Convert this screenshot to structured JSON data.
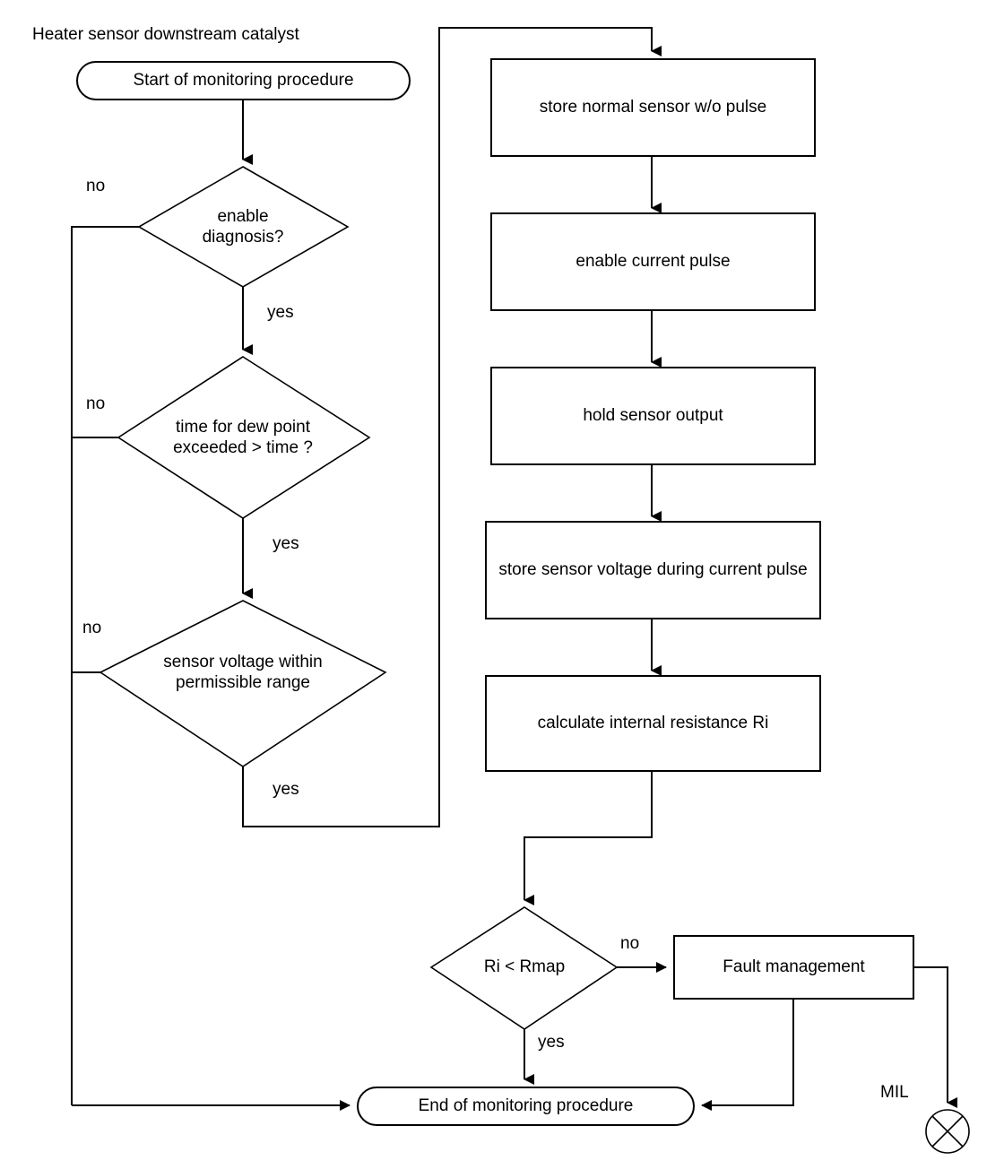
{
  "diagram": {
    "title": "Heater sensor downstream catalyst",
    "type": "flowchart",
    "stroke_color": "#000000",
    "background_color": "#ffffff"
  },
  "nodes": {
    "start": {
      "label": "Start of monitoring procedure",
      "shape": "terminator"
    },
    "end": {
      "label": "End of monitoring procedure",
      "shape": "terminator"
    },
    "decision_enable_diagnosis": {
      "label": "enable\ndiagnosis?",
      "line1": "enable",
      "line2": "diagnosis?",
      "shape": "decision"
    },
    "decision_dew_point": {
      "label": "time for dew point exceeded > time ?",
      "line1": "time for dew point",
      "line2": "exceeded > time ?",
      "shape": "decision"
    },
    "decision_sensor_voltage": {
      "label": "sensor voltage within permissible range",
      "line1": "sensor voltage within",
      "line2": "permissible range",
      "shape": "decision"
    },
    "decision_ri_rmap": {
      "label": "Ri < Rmap",
      "shape": "decision"
    },
    "process_store_normal": {
      "label": "store normal sensor w/o pulse",
      "shape": "process"
    },
    "process_enable_pulse": {
      "label": "enable current pulse",
      "shape": "process"
    },
    "process_hold_output": {
      "label": "hold sensor output",
      "shape": "process"
    },
    "process_store_voltage": {
      "label": "store sensor voltage during current pulse",
      "shape": "process"
    },
    "process_calculate_ri": {
      "label": "calculate internal resistance Ri",
      "shape": "process"
    },
    "process_fault_management": {
      "label": "Fault management",
      "shape": "process"
    },
    "mil_lamp": {
      "label": "MIL",
      "shape": "lamp-circle-cross"
    }
  },
  "edge_labels": {
    "enable_diagnosis_no": "no",
    "enable_diagnosis_yes": "yes",
    "dew_point_no": "no",
    "dew_point_yes": "yes",
    "sensor_voltage_no": "no",
    "sensor_voltage_yes": "yes",
    "ri_rmap_no": "no",
    "ri_rmap_yes": "yes"
  }
}
